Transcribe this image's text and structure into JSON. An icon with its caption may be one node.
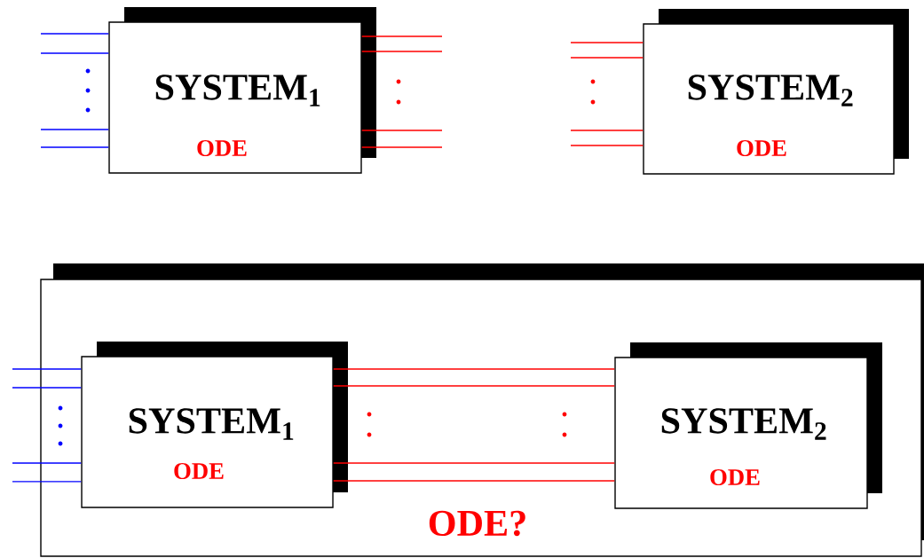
{
  "diagram": {
    "nodes": [
      {
        "text": [
          "SYSTEM$_{1}$",
          "ODE"
        ]
      },
      {
        "text": [
          "SYSTEM$_{2}$",
          "ODE"
        ]
      },
      {
        "text": [
          "ODE?"
        ]
      },
      {
        "text": [
          "SYSTEM$_{1}$",
          "ODE"
        ],
        "in": 2
      },
      {
        "text": [
          "SYSTEM$_{2}$",
          "ODE"
        ],
        "in": 2
      }
    ],
    "edges": [
      {
        "from": null,
        "to": 0,
        "arrow": "none",
        "color": "#0000ff"
      },
      {
        "from": null,
        "to": 0,
        "arrow": "none",
        "color": "#0000ff"
      },
      {
        "from": null,
        "to": 0,
        "arrow": "none",
        "color": "#0000ff"
      },
      {
        "from": null,
        "to": 0,
        "arrow": "none",
        "color": "#0000ff"
      },
      {
        "from": 0,
        "to": null,
        "arrow": "none",
        "color": "#ff0000"
      },
      {
        "from": 0,
        "to": null,
        "arrow": "none",
        "color": "#ff0000"
      },
      {
        "from": 0,
        "to": null,
        "arrow": "none",
        "color": "#ff0000"
      },
      {
        "from": 0,
        "to": null,
        "arrow": "none",
        "color": "#ff0000"
      },
      {
        "from": null,
        "to": 1,
        "arrow": "none",
        "color": "#ff0000"
      },
      {
        "from": null,
        "to": 1,
        "arrow": "none",
        "color": "#ff0000"
      },
      {
        "from": null,
        "to": 1,
        "arrow": "none",
        "color": "#ff0000"
      },
      {
        "from": null,
        "to": 1,
        "arrow": "none",
        "color": "#ff0000"
      },
      {
        "from": null,
        "to": 3,
        "arrow": "none",
        "color": "#0000ff"
      },
      {
        "from": null,
        "to": 3,
        "arrow": "none",
        "color": "#0000ff"
      },
      {
        "from": null,
        "to": 3,
        "arrow": "none",
        "color": "#0000ff"
      },
      {
        "from": null,
        "to": 3,
        "arrow": "none",
        "color": "#0000ff"
      },
      {
        "from": 3,
        "to": 4,
        "arrow": "none",
        "color": "#ff0000"
      },
      {
        "from": 3,
        "to": 4,
        "arrow": "none",
        "color": "#ff0000"
      },
      {
        "from": 3,
        "to": 4,
        "arrow": "none",
        "color": "#ff0000"
      },
      {
        "from": 3,
        "to": 4,
        "arrow": "none",
        "color": "#ff0000"
      }
    ]
  }
}
